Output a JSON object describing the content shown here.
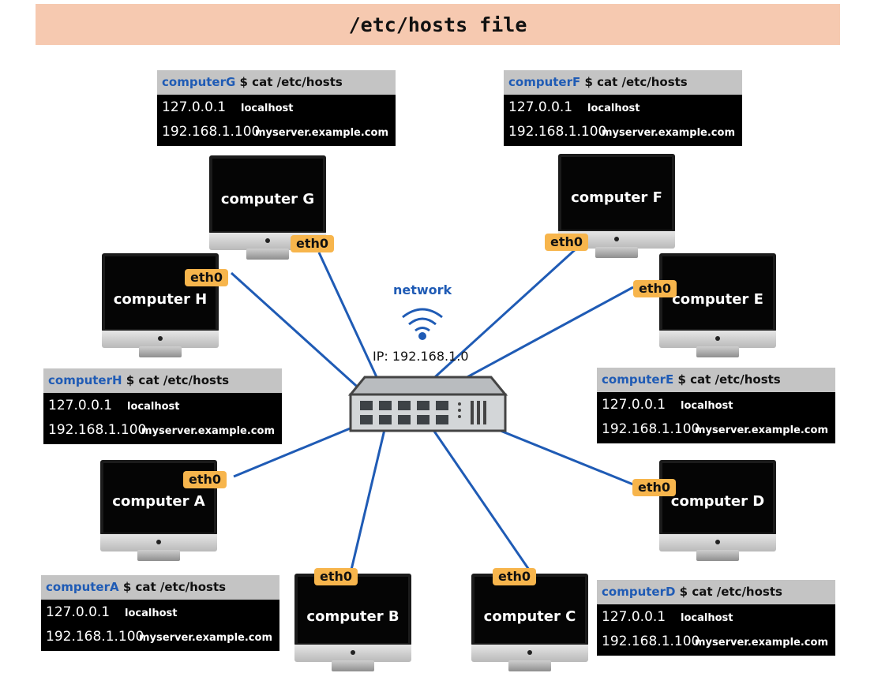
{
  "title": "/etc/hosts file",
  "network": {
    "label": "network",
    "ip": "IP: 192.168.1.0"
  },
  "interface_label": "eth0",
  "terminals": {
    "g": {
      "host": "computerG",
      "cmd": " $ cat /etc/hosts",
      "row1_ip": "127.0.0.1",
      "row1_name": "localhost",
      "row2_ip": "192.168.1.100",
      "row2_name": "myserver.example.com"
    },
    "f": {
      "host": "computerF",
      "cmd": " $ cat /etc/hosts",
      "row1_ip": "127.0.0.1",
      "row1_name": "localhost",
      "row2_ip": "192.168.1.100",
      "row2_name": "myserver.example.com"
    },
    "h": {
      "host": "computerH",
      "cmd": " $ cat /etc/hosts",
      "row1_ip": "127.0.0.1",
      "row1_name": "localhost",
      "row2_ip": "192.168.1.100",
      "row2_name": "myserver.example.com"
    },
    "e": {
      "host": "computerE",
      "cmd": " $ cat /etc/hosts",
      "row1_ip": "127.0.0.1",
      "row1_name": "localhost",
      "row2_ip": "192.168.1.100",
      "row2_name": "myserver.example.com"
    },
    "a": {
      "host": "computerA",
      "cmd": " $ cat /etc/hosts",
      "row1_ip": "127.0.0.1",
      "row1_name": "localhost",
      "row2_ip": "192.168.1.100",
      "row2_name": "myserver.example.com"
    },
    "d": {
      "host": "computerD",
      "cmd": " $ cat /etc/hosts",
      "row1_ip": "127.0.0.1",
      "row1_name": "localhost",
      "row2_ip": "192.168.1.100",
      "row2_name": "myserver.example.com"
    }
  },
  "computers": {
    "a": "computer A",
    "b": "computer B",
    "c": "computer C",
    "d": "computer D",
    "e": "computer E",
    "f": "computer F",
    "g": "computer G",
    "h": "computer H"
  },
  "colors": {
    "link": "#1f5bb5",
    "eth_badge": "#f7b54c",
    "title_bg": "#f6c9b0",
    "host_text": "#1f5bb5"
  }
}
